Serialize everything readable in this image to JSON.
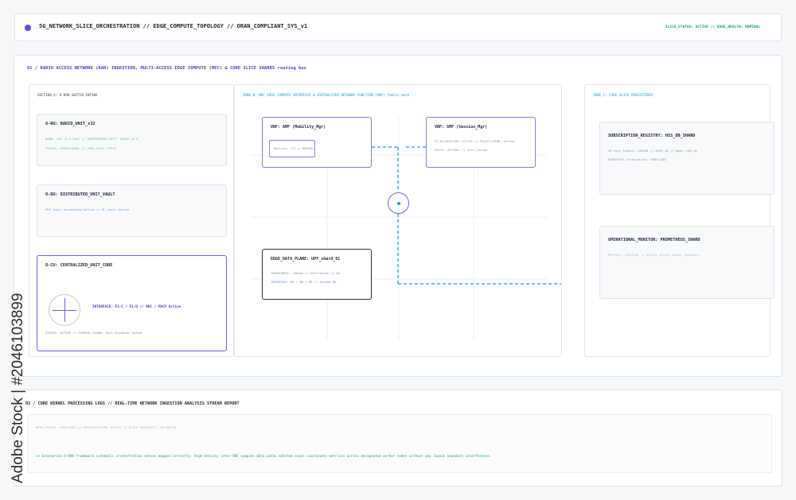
{
  "header": {
    "title": "5G_NETWORK_SLICE_ORCHESTRATION // EDGE_COMPUTE_TOPOLOGY // ORAN_COMPLIANT_SYS_v1",
    "status": "SLICE_STATUS: ACTIVE // EDGE_HEALTH: NOMINAL"
  },
  "main": {
    "title": "01 / RADIO ACCESS NETWORK (RAN) INGESTION, MULTI-ACCESS EDGE COMPUTE (MEC) & CORE SLICE SHARDS routing bus"
  },
  "zone_a": {
    "title": "SECTION_A: O-RAN SWITCH INTAKE",
    "oru": {
      "title": "O-RU: RADIO_UNIT_x32",
      "line1": "BAND: n78 (3.5 GHz) // BEAMFORMING_SEPT: 4096T 32.8",
      "line2": "STATUS: OPERATIONAL // SYNC_LOCK: PTPv2"
    },
    "odu": {
      "title": "O-DU: DISTRIBUTED_UNIT_VAULT",
      "line1": "PHY-layer processing Active // RL_layer Active"
    },
    "ocu": {
      "title": "O-CU: CENTRALIZED_UNIT_CORE",
      "interface": "INTERFACE: F1-C / F1-U // RRC / PDCP Active",
      "status": "STATUS: ACTIVE // CONTROL_PLANE: Soft Instance locked"
    }
  },
  "zone_b": {
    "title": "ZONE_B: MEC EDGE COMPUTE INTERFACE & VIRTUALIZED NETWORK FUNCTION (VNF) fabric mesh",
    "amf": {
      "title": "VNF: AMF (Mobility_Mgr)",
      "inner": "Replicas: 3/3 // NOMINAL"
    },
    "smf": {
      "title": "VNF: SMF (Session_Mgr)",
      "line1": "IP_ALLOCATION: ACTIVE // POLICY_BIND: Active",
      "line2": "ROUTE: OPTIMAL // Soft_locked"
    },
    "upf": {
      "title": "EDGE_DATA_PLANE: UPF_shard_01",
      "line1": "THROUGHPUT: 10Gbps // Bottleneck // OK",
      "line2": "INTERFACE: N3 / N6 / N9 // Locked_Ok"
    }
  },
  "zone_c": {
    "title": "ZONE_C: CORE SLICE PERSISTENCE",
    "hss": {
      "title": "SUBSCRIPTION_REGISTRY: HSS_DB_SHARD",
      "line1": "5G Sync Status: LOCKED // AUTH_IN // Node: HSS_01",
      "line2": "SUBSCRIPT Integration: COMPLIANT"
    },
    "prom": {
      "title": "OPERATIONAL_MONITOR: PROMETHEUS_SHARD",
      "line1": "METRICS: SCRAPING // Active_worker_nodes: Readable"
    }
  },
  "logs": {
    "title": "02 / CORE KERNEL PROCESSING LOGS // REAL-TIME NETWORK INGESTION ANALYSIS STREAM REPORT",
    "line1": "MESH_STATUS: COMPLIANT // ORCHESTRATION: ACTIVE // SLICE_INTEGRITY: VALIDATED",
    "line2": ">> Enterprise O-RAN framework schematic orchestration canvas mapped correctly. High-density inter-VNF compute data paths matched exact coordinate matrices across designated worker nodes without any layout boundary interference."
  },
  "watermark": {
    "text": "Adobe Stock | #2046103899"
  },
  "colors": {
    "accent": "#5a4fd6",
    "link": "#1a9fd0",
    "ok": "#1aa37a"
  }
}
